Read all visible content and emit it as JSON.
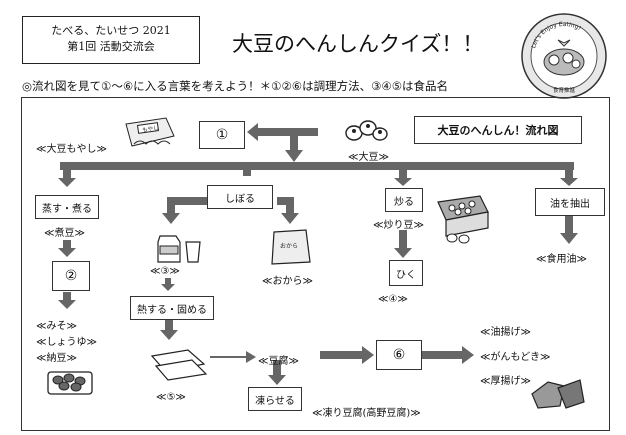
{
  "header": {
    "event_line1": "たべる、たいせつ 2021",
    "event_line2": "第1回 活動交流会",
    "title": "大豆のへんしんクイズ！！",
    "instruction": "◎流れ図を見て①～⑥に入る言葉を考えよう！＊①②⑥は調理方法、③④⑤は食品名"
  },
  "emblem": {
    "top_text": "Let's Enjoy Eating!",
    "bottom_text": "食育推進"
  },
  "flow": {
    "title": "大豆のへんしん！流れ図",
    "daizu": "≪大豆≫",
    "blank1": "①",
    "moyashi": "≪大豆もやし≫",
    "moyashi_pack": "もやし",
    "nieru": "蒸す・煮る",
    "nimame": "≪煮豆≫",
    "blank2": "②",
    "miso": "≪みそ≫",
    "shoyu": "≪しょうゆ≫",
    "natto": "≪納豆≫",
    "shiboru": "しぼる",
    "blank3": "≪③≫",
    "okara": "≪おから≫",
    "okara_pack": "おから",
    "nessuru": "熱する・固める",
    "blank5": "≪⑤≫",
    "tofu": "≪豆腐≫",
    "koraseru": "凍らせる",
    "koyadofu": "≪凍り豆腐(高野豆腐)≫",
    "blank6": "⑥",
    "abura_age": "≪油揚げ≫",
    "ganmodoki": "≪がんもどき≫",
    "atsuage": "≪厚揚げ≫",
    "iru": "炒る",
    "irimame": "≪炒り豆≫",
    "hiku": "ひく",
    "blank4": "≪④≫",
    "yu_chushutsu": "油を抽出",
    "shokuyoyu": "≪食用油≫"
  }
}
